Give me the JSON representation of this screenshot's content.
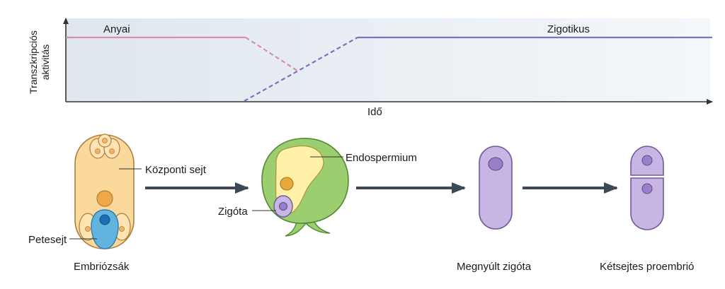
{
  "graph": {
    "y_axis_label_line1": "Transzkripciós",
    "y_axis_label_line2": "aktivitás",
    "x_axis_label": "Idő",
    "maternal_label": "Anyai",
    "zygotic_label": "Zigotikus",
    "colors": {
      "maternal_line": "#d98cb3",
      "zygotic_line": "#7a74b8",
      "panel_fill": "#e6edf3",
      "axis": "#333333"
    }
  },
  "stages": {
    "embryo_sac": {
      "caption": "Embriózsák",
      "central_cell_label": "Központi sejt",
      "egg_cell_label": "Petesejt"
    },
    "fertilized": {
      "endosperm_label": "Endospermium",
      "zygote_label": "Zigóta"
    },
    "elongated": {
      "caption": "Megnyúlt zigóta"
    },
    "two_cell": {
      "caption": "Kétsejtes proembrió"
    }
  },
  "colors": {
    "central_cell": "#fbd99c",
    "cell_outline": "#b07d3a",
    "egg_cell": "#63b3df",
    "egg_nucleus": "#1f6fb5",
    "green_seed": "#9ccd6e",
    "green_outline": "#4f8a35",
    "yellow_endosperm": "#fff2a8",
    "purple_cell": "#c7b5e3",
    "purple_outline": "#6f5b9a",
    "purple_nucleus": "#9a7fcb",
    "arrow": "#3d4a55"
  }
}
